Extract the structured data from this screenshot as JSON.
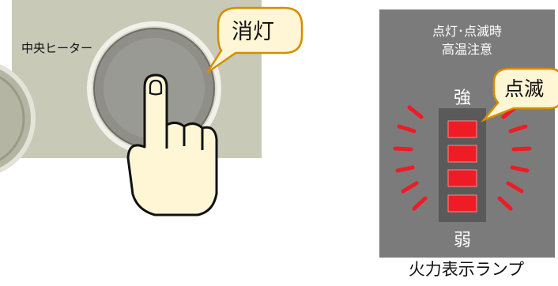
{
  "left_panel": {
    "heater_label": "中央ヒーター",
    "callout": "消灯"
  },
  "right_panel": {
    "title_line1": "点灯･点滅時",
    "title_line2": "高温注意",
    "level_high": "強",
    "level_low": "弱",
    "callout": "点滅",
    "caption": "火力表示ランプ"
  },
  "colors": {
    "panel_beige": "#c9c9b8",
    "panel_gray": "#7b7b7b",
    "lamp_red": "#ee1c25",
    "callout_fill": "#fff6d6",
    "callout_stroke": "#d58e00"
  },
  "icons": [
    "pointing-hand-icon",
    "flash-ray-icon"
  ]
}
